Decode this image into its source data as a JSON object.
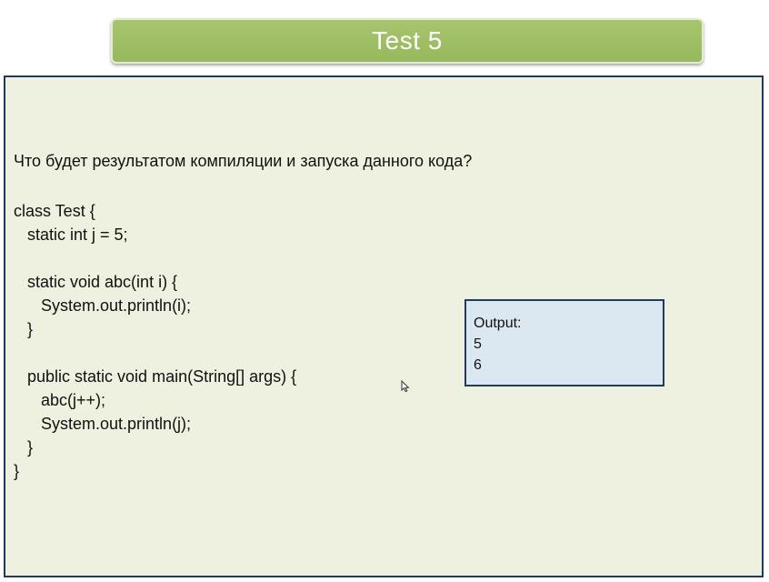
{
  "title": "Test 5",
  "question": "Что будет результатом компиляции и запуска данного кода?",
  "code_lines": [
    "class Test {",
    "   static int j = 5;",
    "",
    "   static void abc(int i) {",
    "      System.out.println(i);",
    "   }",
    "",
    "   public static void main(String[] args) {",
    "      abc(j++);",
    "      System.out.println(j);",
    "   }",
    "}"
  ],
  "output": {
    "label": "Output:",
    "lines": [
      "5",
      "6"
    ]
  },
  "colors": {
    "banner": "#9fbf63",
    "panel_background": "#eef1df",
    "border": "#1f3b5e",
    "output_background": "#dbe8f2"
  }
}
